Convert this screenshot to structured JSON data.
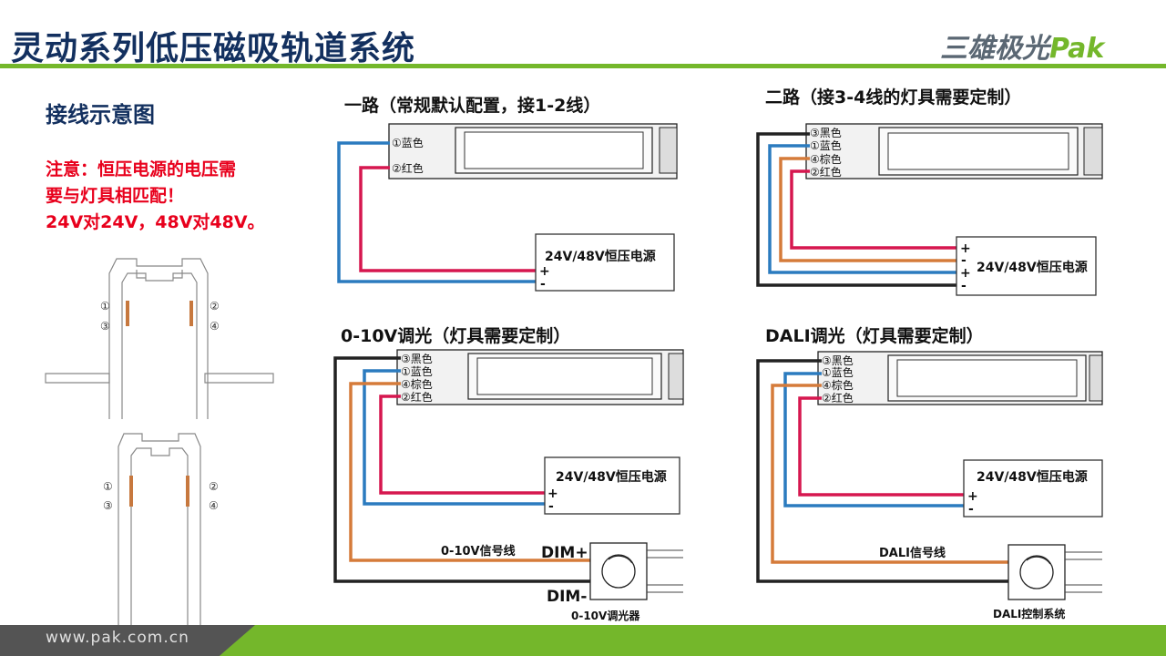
{
  "header": {
    "title": "灵动系列低压磁吸轨道系统",
    "logo_cn": "三雄极光",
    "logo_en": "Pak"
  },
  "left": {
    "section_title": "接线示意图",
    "note_lines": [
      "注意：恒压电源的电压需",
      "要与灯具相匹配！",
      "24V对24V，48V对48V。"
    ],
    "track_labels": {
      "n1": "①",
      "n2": "②",
      "n3": "③",
      "n4": "④"
    }
  },
  "panels": {
    "p1": {
      "title": "一路（常规默认配置，接1-2线）",
      "wire1": "①蓝色",
      "wire2": "②红色",
      "psu": "24V/48V恒压电源",
      "plus": "+",
      "minus": "-"
    },
    "p2": {
      "title": "二路（接3-4线的灯具需要定制）",
      "wire1": "③黑色",
      "wire2": "①蓝色",
      "wire3": "④棕色",
      "wire4": "②红色",
      "psu": "24V/48V恒压电源",
      "plus": "+",
      "minus": "-"
    },
    "p3": {
      "title": "0-10V调光（灯具需要定制）",
      "wire1": "③黑色",
      "wire2": "①蓝色",
      "wire3": "④棕色",
      "wire4": "②红色",
      "psu": "24V/48V恒压电源",
      "plus": "+",
      "minus": "-",
      "signal": "0-10V信号线",
      "dim_plus": "DIM+",
      "dim_minus": "DIM-",
      "dimmer": "0-10V调光器"
    },
    "p4": {
      "title": "DALI调光（灯具需要定制）",
      "wire1": "③黑色",
      "wire2": "①蓝色",
      "wire3": "④棕色",
      "wire4": "②红色",
      "psu": "24V/48V恒压电源",
      "plus": "+",
      "minus": "-",
      "signal": "DALI信号线",
      "controller": "DALI控制系统"
    }
  },
  "footer": {
    "url": "www.pak.com.cn"
  },
  "colors": {
    "blue": "#2b7bbf",
    "red": "#d6174f",
    "brown": "#d57b3a",
    "black": "#222222",
    "green": "#74b72b",
    "navy": "#13305f"
  }
}
